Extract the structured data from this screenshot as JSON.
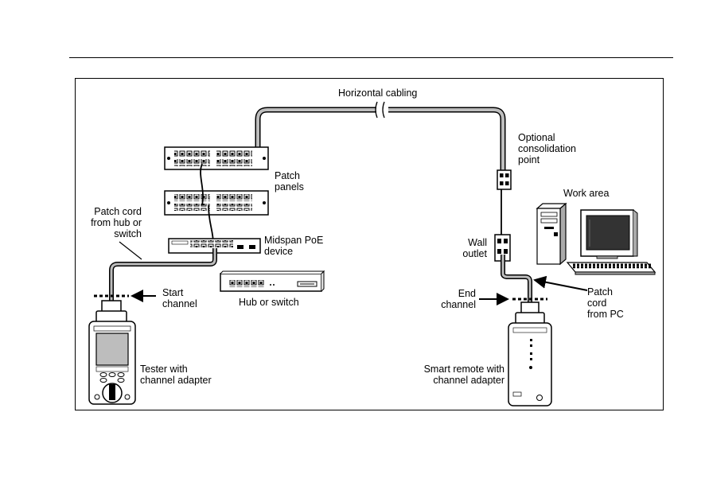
{
  "labels": {
    "horizontal_cabling": "Horizontal cabling",
    "patch_panels": "Patch\npanels",
    "patch_cord_hub": "Patch cord\nfrom hub or\nswitch",
    "midspan": "Midspan PoE\ndevice",
    "hub_switch": "Hub or switch",
    "start_channel": "Start\nchannel",
    "tester": "Tester with\nchannel adapter",
    "optional_cp": "Optional\nconsolidation\npoint",
    "work_area": "Work area",
    "wall_outlet": "Wall\noutlet",
    "end_channel": "End\nchannel",
    "patch_cord_pc": "Patch\ncord\nfrom PC",
    "smart_remote": "Smart remote with\nchannel adapter"
  },
  "icons": [
    "patch-panel",
    "midspan-poe",
    "hub-switch",
    "tester",
    "smart-remote",
    "consolidation-point",
    "wall-outlet",
    "pc-tower",
    "monitor",
    "keyboard"
  ]
}
